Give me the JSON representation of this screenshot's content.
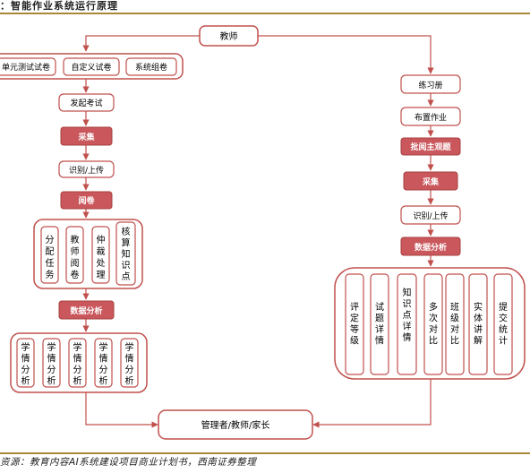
{
  "title": "：智能作业系统运行原理",
  "source": "资源：教育内容AI系统建设项目商业计划书，西南证券整理",
  "nodes": {
    "teacher": "教师",
    "unit_test": "单元测试试卷",
    "custom_test": "自定义试卷",
    "system_test": "系统组卷",
    "start_exam": "发起考试",
    "collect_left": "采集",
    "recognize_left": "识别/上传",
    "marking": "阅卷",
    "task_assign": "分配任务",
    "teacher_review": "教师阅卷",
    "arbitration": "仲裁处理",
    "knowledge_check": "核算知识点",
    "data_analysis_left": "数据分析",
    "learning_1": "学情分析",
    "learning_2": "学情分析",
    "learning_3": "学情分析",
    "learning_4": "学情分析",
    "learning_5": "学情分析",
    "exercise_book": "练习册",
    "assign_homework": "布置作业",
    "grade_subjective": "批阅主观题",
    "collect_right": "采集",
    "recognize_right": "识别/上传",
    "data_analysis_right": "数据分析",
    "rating_level": "评定等级",
    "question_detail": "试题详情",
    "knowledge_detail": "知识点详情",
    "multi_compare": "多次对比",
    "class_compare": "班级对比",
    "entity_explain": "实体讲解",
    "submit_stats": "提交统计",
    "admin_teacher_parent": "管理者/教师/家长"
  },
  "colors": {
    "accent": "#c0504d",
    "filled": "#c9575c",
    "rule": "#a8873b",
    "text": "#222222"
  }
}
